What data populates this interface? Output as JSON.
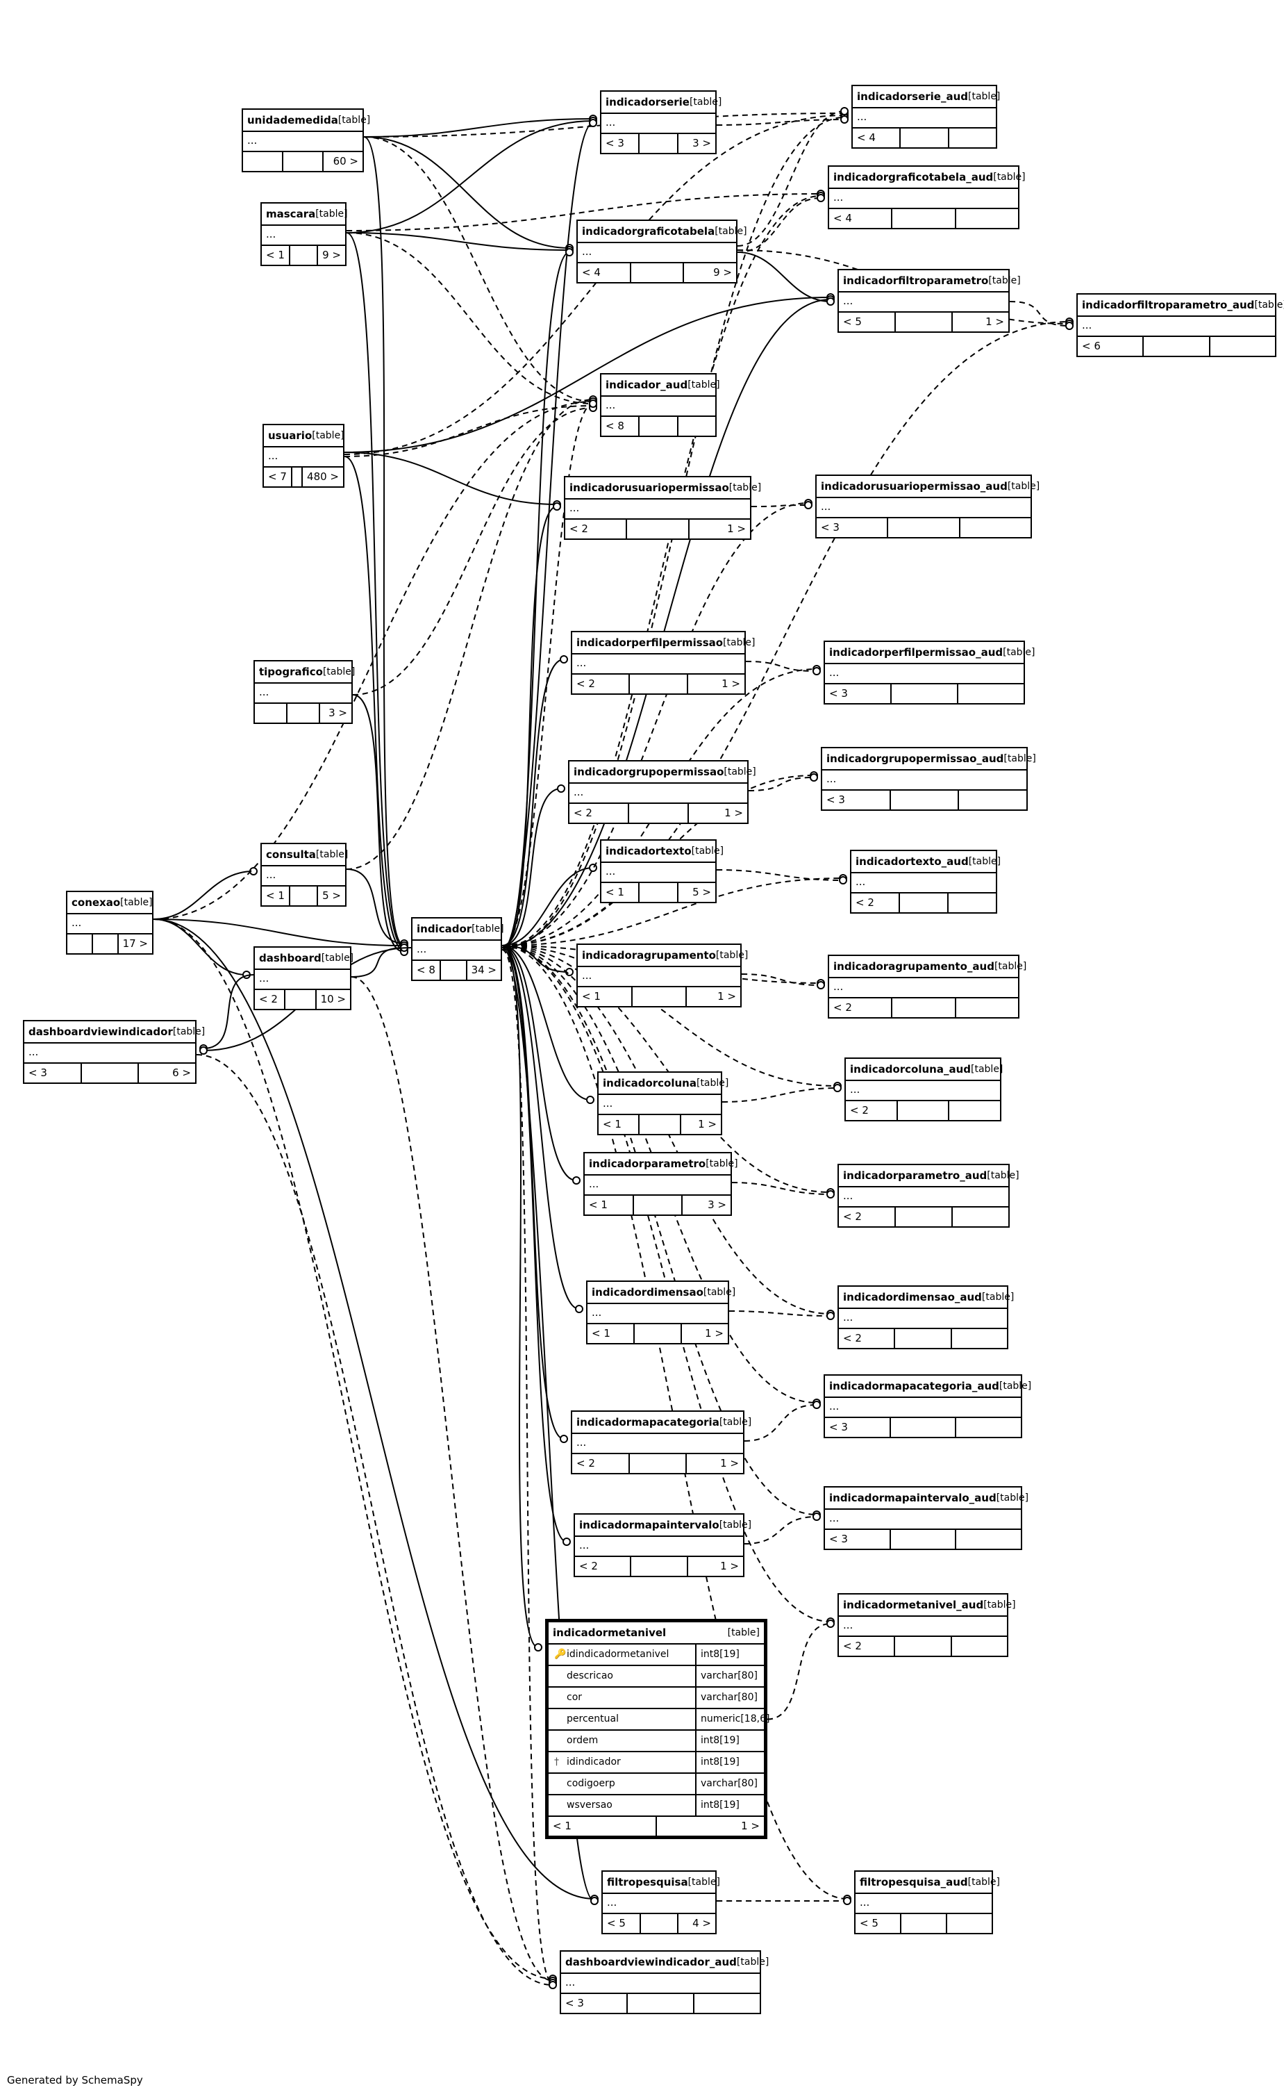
{
  "tables": [
    {
      "id": "unidademedida",
      "name": "unidademedida",
      "kind": "[table]",
      "dots": "...",
      "foot": [
        "",
        "",
        "60 >"
      ]
    },
    {
      "id": "mascara",
      "name": "mascara",
      "kind": "[table]",
      "dots": "...",
      "foot": [
        "< 1",
        "",
        "9 >"
      ]
    },
    {
      "id": "usuario",
      "name": "usuario",
      "kind": "[table]",
      "dots": "...",
      "foot": [
        "< 7",
        "",
        "480 >"
      ]
    },
    {
      "id": "tipografico",
      "name": "tipografico",
      "kind": "[table]",
      "dots": "...",
      "foot": [
        "",
        "",
        "3 >"
      ]
    },
    {
      "id": "consulta",
      "name": "consulta",
      "kind": "[table]",
      "dots": "...",
      "foot": [
        "< 1",
        "",
        "5 >"
      ]
    },
    {
      "id": "conexao",
      "name": "conexao",
      "kind": "[table]",
      "dots": "...",
      "foot": [
        "",
        "",
        "17 >"
      ]
    },
    {
      "id": "dashboard",
      "name": "dashboard",
      "kind": "[table]",
      "dots": "...",
      "foot": [
        "< 2",
        "",
        "10 >"
      ]
    },
    {
      "id": "dashboardviewindicador",
      "name": "dashboardviewindicador",
      "kind": "[table]",
      "dots": "...",
      "foot": [
        "< 3",
        "",
        "6 >"
      ]
    },
    {
      "id": "indicador",
      "name": "indicador",
      "kind": "[table]",
      "dots": "...",
      "foot": [
        "< 8",
        "",
        "34 >"
      ]
    },
    {
      "id": "indicadorserie",
      "name": "indicadorserie",
      "kind": "[table]",
      "dots": "...",
      "foot": [
        "< 3",
        "",
        "3 >"
      ]
    },
    {
      "id": "indicadorgraficotabela",
      "name": "indicadorgraficotabela",
      "kind": "[table]",
      "dots": "...",
      "foot": [
        "< 4",
        "",
        "9 >"
      ]
    },
    {
      "id": "indicador_aud",
      "name": "indicador_aud",
      "kind": "[table]",
      "dots": "...",
      "foot": [
        "< 8",
        "",
        ""
      ]
    },
    {
      "id": "indicadorusuariopermissao",
      "name": "indicadorusuariopermissao",
      "kind": "[table]",
      "dots": "...",
      "foot": [
        "< 2",
        "",
        "1 >"
      ]
    },
    {
      "id": "indicadorperfilpermissao",
      "name": "indicadorperfilpermissao",
      "kind": "[table]",
      "dots": "...",
      "foot": [
        "< 2",
        "",
        "1 >"
      ]
    },
    {
      "id": "indicadorgrupopermissao",
      "name": "indicadorgrupopermissao",
      "kind": "[table]",
      "dots": "...",
      "foot": [
        "< 2",
        "",
        "1 >"
      ]
    },
    {
      "id": "indicadortexto",
      "name": "indicadortexto",
      "kind": "[table]",
      "dots": "...",
      "foot": [
        "< 1",
        "",
        "5 >"
      ]
    },
    {
      "id": "indicadoragrupamento",
      "name": "indicadoragrupamento",
      "kind": "[table]",
      "dots": "...",
      "foot": [
        "< 1",
        "",
        "1 >"
      ]
    },
    {
      "id": "indicadorcoluna",
      "name": "indicadorcoluna",
      "kind": "[table]",
      "dots": "...",
      "foot": [
        "< 1",
        "",
        "1 >"
      ]
    },
    {
      "id": "indicadorparametro",
      "name": "indicadorparametro",
      "kind": "[table]",
      "dots": "...",
      "foot": [
        "< 1",
        "",
        "3 >"
      ]
    },
    {
      "id": "indicadordimensao",
      "name": "indicadordimensao",
      "kind": "[table]",
      "dots": "...",
      "foot": [
        "< 1",
        "",
        "1 >"
      ]
    },
    {
      "id": "indicadormapacategoria",
      "name": "indicadormapacategoria",
      "kind": "[table]",
      "dots": "...",
      "foot": [
        "< 2",
        "",
        "1 >"
      ]
    },
    {
      "id": "indicadormapaintervalo",
      "name": "indicadormapaintervalo",
      "kind": "[table]",
      "dots": "...",
      "foot": [
        "< 2",
        "",
        "1 >"
      ]
    },
    {
      "id": "filtropesquisa",
      "name": "filtropesquisa",
      "kind": "[table]",
      "dots": "...",
      "foot": [
        "< 5",
        "",
        "4 >"
      ]
    },
    {
      "id": "dashboardviewindicador_aud",
      "name": "dashboardviewindicador_aud",
      "kind": "[table]",
      "dots": "...",
      "foot": [
        "< 3",
        "",
        ""
      ]
    },
    {
      "id": "indicadorserie_aud",
      "name": "indicadorserie_aud",
      "kind": "[table]",
      "dots": "...",
      "foot": [
        "< 4",
        "",
        ""
      ]
    },
    {
      "id": "indicadorgraficotabela_aud",
      "name": "indicadorgraficotabela_aud",
      "kind": "[table]",
      "dots": "...",
      "foot": [
        "< 4",
        "",
        ""
      ]
    },
    {
      "id": "indicadorfiltroparametro",
      "name": "indicadorfiltroparametro",
      "kind": "[table]",
      "dots": "...",
      "foot": [
        "< 5",
        "",
        "1 >"
      ]
    },
    {
      "id": "indicadorfiltroparametro_aud",
      "name": "indicadorfiltroparametro_aud",
      "kind": "[table]",
      "dots": "...",
      "foot": [
        "< 6",
        "",
        ""
      ]
    },
    {
      "id": "indicadorusuariopermissao_aud",
      "name": "indicadorusuariopermissao_aud",
      "kind": "[table]",
      "dots": "...",
      "foot": [
        "< 3",
        "",
        ""
      ]
    },
    {
      "id": "indicadorperfilpermissao_aud",
      "name": "indicadorperfilpermissao_aud",
      "kind": "[table]",
      "dots": "...",
      "foot": [
        "< 3",
        "",
        ""
      ]
    },
    {
      "id": "indicadorgrupopermissao_aud",
      "name": "indicadorgrupopermissao_aud",
      "kind": "[table]",
      "dots": "...",
      "foot": [
        "< 3",
        "",
        ""
      ]
    },
    {
      "id": "indicadortexto_aud",
      "name": "indicadortexto_aud",
      "kind": "[table]",
      "dots": "...",
      "foot": [
        "< 2",
        "",
        ""
      ]
    },
    {
      "id": "indicadoragrupamento_aud",
      "name": "indicadoragrupamento_aud",
      "kind": "[table]",
      "dots": "...",
      "foot": [
        "< 2",
        "",
        ""
      ]
    },
    {
      "id": "indicadorcoluna_aud",
      "name": "indicadorcoluna_aud",
      "kind": "[table]",
      "dots": "...",
      "foot": [
        "< 2",
        "",
        ""
      ]
    },
    {
      "id": "indicadorparametro_aud",
      "name": "indicadorparametro_aud",
      "kind": "[table]",
      "dots": "...",
      "foot": [
        "< 2",
        "",
        ""
      ]
    },
    {
      "id": "indicadordimensao_aud",
      "name": "indicadordimensao_aud",
      "kind": "[table]",
      "dots": "...",
      "foot": [
        "< 2",
        "",
        ""
      ]
    },
    {
      "id": "indicadormapacategoria_aud",
      "name": "indicadormapacategoria_aud",
      "kind": "[table]",
      "dots": "...",
      "foot": [
        "< 3",
        "",
        ""
      ]
    },
    {
      "id": "indicadormapaintervalo_aud",
      "name": "indicadormapaintervalo_aud",
      "kind": "[table]",
      "dots": "...",
      "foot": [
        "< 3",
        "",
        ""
      ]
    },
    {
      "id": "indicadormetanivel_aud",
      "name": "indicadormetanivel_aud",
      "kind": "[table]",
      "dots": "...",
      "foot": [
        "< 2",
        "",
        ""
      ]
    },
    {
      "id": "filtropesquisa_aud",
      "name": "filtropesquisa_aud",
      "kind": "[table]",
      "dots": "...",
      "foot": [
        "< 5",
        "",
        ""
      ]
    }
  ],
  "focus_table": {
    "name": "indicadormetanivel",
    "kind": "[table]",
    "columns": [
      {
        "name": "idindicadormetanivel",
        "type": "int8[19]",
        "key": "primary"
      },
      {
        "name": "descricao",
        "type": "varchar[80]",
        "key": ""
      },
      {
        "name": "cor",
        "type": "varchar[80]",
        "key": ""
      },
      {
        "name": "percentual",
        "type": "numeric[18,6]",
        "key": ""
      },
      {
        "name": "ordem",
        "type": "int8[19]",
        "key": ""
      },
      {
        "name": "idindicador",
        "type": "int8[19]",
        "key": "foreign"
      },
      {
        "name": "codigoerp",
        "type": "varchar[80]",
        "key": ""
      },
      {
        "name": "wsversao",
        "type": "int8[19]",
        "key": ""
      }
    ],
    "foot": [
      "< 1",
      "1 >"
    ]
  },
  "relationships": [
    {
      "from": "unidademedida",
      "to": "indicadorserie",
      "style": "solid"
    },
    {
      "from": "unidademedida",
      "to": "indicadorgraficotabela",
      "style": "solid"
    },
    {
      "from": "unidademedida",
      "to": "indicador",
      "style": "solid"
    },
    {
      "from": "unidademedida",
      "to": "indicadorserie_aud",
      "style": "dashed"
    },
    {
      "from": "unidademedida",
      "to": "indicador_aud",
      "style": "dashed"
    },
    {
      "from": "mascara",
      "to": "indicadorserie",
      "style": "solid"
    },
    {
      "from": "mascara",
      "to": "indicadorgraficotabela",
      "style": "solid"
    },
    {
      "from": "mascara",
      "to": "indicador",
      "style": "solid"
    },
    {
      "from": "mascara",
      "to": "indicadorgraficotabela_aud",
      "style": "dashed"
    },
    {
      "from": "mascara",
      "to": "indicador_aud",
      "style": "dashed"
    },
    {
      "from": "usuario",
      "to": "indicadorusuariopermissao",
      "style": "solid"
    },
    {
      "from": "usuario",
      "to": "indicador",
      "style": "solid"
    },
    {
      "from": "usuario",
      "to": "indicadorfiltroparametro",
      "style": "solid"
    },
    {
      "from": "usuario",
      "to": "indicador_aud",
      "style": "dashed"
    },
    {
      "from": "usuario",
      "to": "indicadorserie_aud",
      "style": "dashed"
    },
    {
      "from": "tipografico",
      "to": "indicador",
      "style": "solid"
    },
    {
      "from": "tipografico",
      "to": "indicador_aud",
      "style": "dashed"
    },
    {
      "from": "consulta",
      "to": "indicador",
      "style": "solid"
    },
    {
      "from": "consulta",
      "to": "indicador_aud",
      "style": "dashed"
    },
    {
      "from": "conexao",
      "to": "consulta",
      "style": "solid"
    },
    {
      "from": "conexao",
      "to": "dashboard",
      "style": "solid"
    },
    {
      "from": "conexao",
      "to": "indicador",
      "style": "solid"
    },
    {
      "from": "conexao",
      "to": "filtropesquisa",
      "style": "solid"
    },
    {
      "from": "conexao",
      "to": "indicador_aud",
      "style": "dashed"
    },
    {
      "from": "conexao",
      "to": "dashboardviewindicador_aud",
      "style": "dashed"
    },
    {
      "from": "dashboard",
      "to": "dashboardviewindicador",
      "style": "solid"
    },
    {
      "from": "dashboard",
      "to": "indicador",
      "style": "solid"
    },
    {
      "from": "dashboard",
      "to": "dashboardviewindicador_aud",
      "style": "dashed"
    },
    {
      "from": "indicador",
      "to": "dashboardviewindicador",
      "style": "solid"
    },
    {
      "from": "indicador",
      "to": "indicadorserie",
      "style": "solid"
    },
    {
      "from": "indicador",
      "to": "indicadorgraficotabela",
      "style": "solid"
    },
    {
      "from": "indicador",
      "to": "indicadorusuariopermissao",
      "style": "solid"
    },
    {
      "from": "indicador",
      "to": "indicadorperfilpermissao",
      "style": "solid"
    },
    {
      "from": "indicador",
      "to": "indicadorgrupopermissao",
      "style": "solid"
    },
    {
      "from": "indicador",
      "to": "indicadortexto",
      "style": "solid"
    },
    {
      "from": "indicador",
      "to": "indicadoragrupamento",
      "style": "solid"
    },
    {
      "from": "indicador",
      "to": "indicadorcoluna",
      "style": "solid"
    },
    {
      "from": "indicador",
      "to": "indicadorparametro",
      "style": "solid"
    },
    {
      "from": "indicador",
      "to": "indicadordimensao",
      "style": "solid"
    },
    {
      "from": "indicador",
      "to": "indicadormapacategoria",
      "style": "solid"
    },
    {
      "from": "indicador",
      "to": "indicadormapaintervalo",
      "style": "solid"
    },
    {
      "from": "indicador",
      "to": "indicadormetanivel",
      "style": "solid"
    },
    {
      "from": "indicador",
      "to": "filtropesquisa",
      "style": "solid"
    },
    {
      "from": "indicador",
      "to": "indicadorfiltroparametro",
      "style": "solid"
    },
    {
      "from": "indicador",
      "to": "indicador_aud",
      "style": "dashed"
    },
    {
      "from": "indicador",
      "to": "dashboardviewindicador_aud",
      "style": "dashed"
    },
    {
      "from": "indicador",
      "to": "indicadortexto_aud",
      "style": "dashed"
    },
    {
      "from": "indicador",
      "to": "indicadoragrupamento_aud",
      "style": "dashed"
    },
    {
      "from": "indicador",
      "to": "indicadorcoluna_aud",
      "style": "dashed"
    },
    {
      "from": "indicador",
      "to": "indicadorparametro_aud",
      "style": "dashed"
    },
    {
      "from": "indicador",
      "to": "indicadordimensao_aud",
      "style": "dashed"
    },
    {
      "from": "indicador",
      "to": "indicadormapacategoria_aud",
      "style": "dashed"
    },
    {
      "from": "indicador",
      "to": "indicadormapaintervalo_aud",
      "style": "dashed"
    },
    {
      "from": "indicador",
      "to": "indicadormetanivel_aud",
      "style": "dashed"
    },
    {
      "from": "indicador",
      "to": "filtropesquisa_aud",
      "style": "dashed"
    },
    {
      "from": "indicador",
      "to": "indicadorfiltroparametro_aud",
      "style": "dashed"
    },
    {
      "from": "indicador",
      "to": "indicadorgrupopermissao_aud",
      "style": "dashed"
    },
    {
      "from": "indicador",
      "to": "indicadorperfilpermissao_aud",
      "style": "dashed"
    },
    {
      "from": "indicador",
      "to": "indicadorusuariopermissao_aud",
      "style": "dashed"
    },
    {
      "from": "indicador",
      "to": "indicadorserie_aud",
      "style": "dashed"
    },
    {
      "from": "indicador",
      "to": "indicadorgraficotabela_aud",
      "style": "dashed"
    },
    {
      "from": "indicadorserie",
      "to": "indicadorserie_aud",
      "style": "dashed"
    },
    {
      "from": "indicadorgraficotabela",
      "to": "indicadorgraficotabela_aud",
      "style": "dashed"
    },
    {
      "from": "indicadorgraficotabela",
      "to": "indicadorserie_aud",
      "style": "dashed"
    },
    {
      "from": "indicadorgraficotabela",
      "to": "indicadorfiltroparametro",
      "style": "solid"
    },
    {
      "from": "indicadorgraficotabela",
      "to": "indicadorfiltroparametro_aud",
      "style": "dashed"
    },
    {
      "from": "indicadorfiltroparametro",
      "to": "indicadorfiltroparametro_aud",
      "style": "dashed"
    },
    {
      "from": "indicadorusuariopermissao",
      "to": "indicadorusuariopermissao_aud",
      "style": "dashed"
    },
    {
      "from": "indicadorperfilpermissao",
      "to": "indicadorperfilpermissao_aud",
      "style": "dashed"
    },
    {
      "from": "indicadorgrupopermissao",
      "to": "indicadorgrupopermissao_aud",
      "style": "dashed"
    },
    {
      "from": "indicadortexto",
      "to": "indicadortexto_aud",
      "style": "dashed"
    },
    {
      "from": "indicadoragrupamento",
      "to": "indicadoragrupamento_aud",
      "style": "dashed"
    },
    {
      "from": "indicadorcoluna",
      "to": "indicadorcoluna_aud",
      "style": "dashed"
    },
    {
      "from": "indicadorparametro",
      "to": "indicadorparametro_aud",
      "style": "dashed"
    },
    {
      "from": "indicadordimensao",
      "to": "indicadordimensao_aud",
      "style": "dashed"
    },
    {
      "from": "indicadormapacategoria",
      "to": "indicadormapacategoria_aud",
      "style": "dashed"
    },
    {
      "from": "indicadormapaintervalo",
      "to": "indicadormapaintervalo_aud",
      "style": "dashed"
    },
    {
      "from": "indicadormetanivel",
      "to": "indicadormetanivel_aud",
      "style": "dashed"
    },
    {
      "from": "filtropesquisa",
      "to": "filtropesquisa_aud",
      "style": "dashed"
    },
    {
      "from": "dashboardviewindicador",
      "to": "dashboardviewindicador_aud",
      "style": "dashed"
    }
  ],
  "credit": "Generated by SchemaSpy"
}
